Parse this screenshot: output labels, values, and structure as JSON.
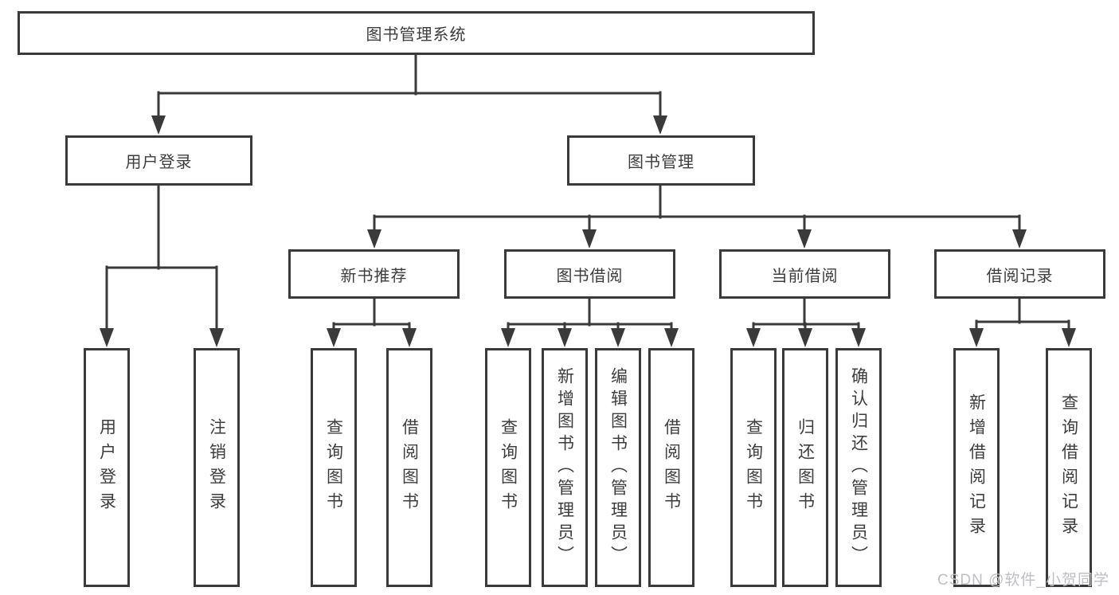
{
  "diagram": {
    "type": "hierarchy-tree",
    "tree": {
      "root": {
        "label": "图书管理系统"
      },
      "user_login": {
        "label": "用户登录",
        "leaves": [
          "用户登录",
          "注销登录"
        ]
      },
      "book_mgmt": {
        "label": "图书管理",
        "groups": [
          {
            "label": "新书推荐",
            "leaves": [
              "查询图书",
              "借阅图书"
            ]
          },
          {
            "label": "图书借阅",
            "leaves": [
              "查询图书",
              "新增图书（管理员）",
              "编辑图书（管理员）",
              "借阅图书"
            ]
          },
          {
            "label": "当前借阅",
            "leaves": [
              "查询图书",
              "归还图书",
              "确认归还（管理员）"
            ]
          },
          {
            "label": "借阅记录",
            "leaves": [
              "新增借阅记录",
              "查询借阅记录"
            ]
          }
        ]
      }
    },
    "colors": {
      "line": "#3a3a3a",
      "box_border": "#3a3a3a",
      "text": "#3d3d3d",
      "background": "#ffffff",
      "watermark_text": "#bfbfc3"
    }
  },
  "watermark": "CSDN @软件_小贺同学"
}
